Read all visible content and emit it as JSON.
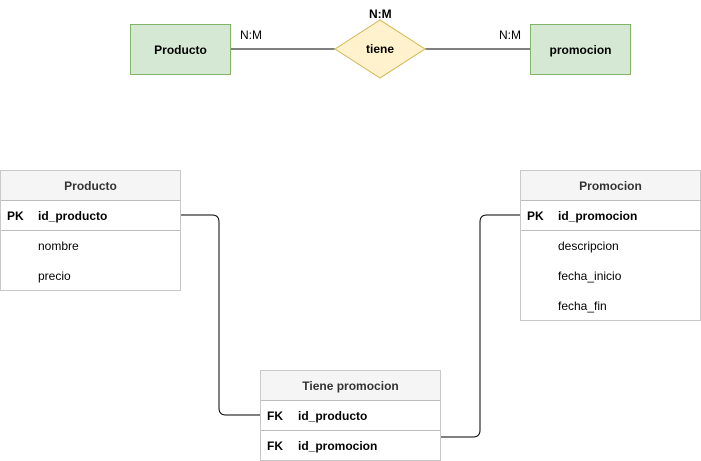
{
  "er_diagram": {
    "entity_left": "Producto",
    "entity_right": "promocion",
    "relationship": "tiene",
    "relationship_cardinality": "N:M",
    "left_cardinality": "N:M",
    "right_cardinality": "N:M"
  },
  "tables": {
    "producto": {
      "title": "Producto",
      "pk_label": "PK",
      "pk_field": "id_producto",
      "fields": [
        "nombre",
        "precio"
      ]
    },
    "promocion": {
      "title": "Promocion",
      "pk_label": "PK",
      "pk_field": "id_promocion",
      "fields": [
        "descripcion",
        "fecha_inicio",
        "fecha_fin"
      ]
    },
    "tiene_promocion": {
      "title": "Tiene promocion",
      "fk_rows": [
        {
          "key": "FK",
          "field": "id_producto"
        },
        {
          "key": "FK",
          "field": "id_promocion"
        }
      ]
    }
  },
  "colors": {
    "entity_fill": "#d5e8d4",
    "entity_stroke": "#82b366",
    "relationship_fill": "#fff2cc",
    "relationship_stroke": "#d6b656",
    "table_header_fill": "#f5f5f5",
    "line": "#000000"
  }
}
